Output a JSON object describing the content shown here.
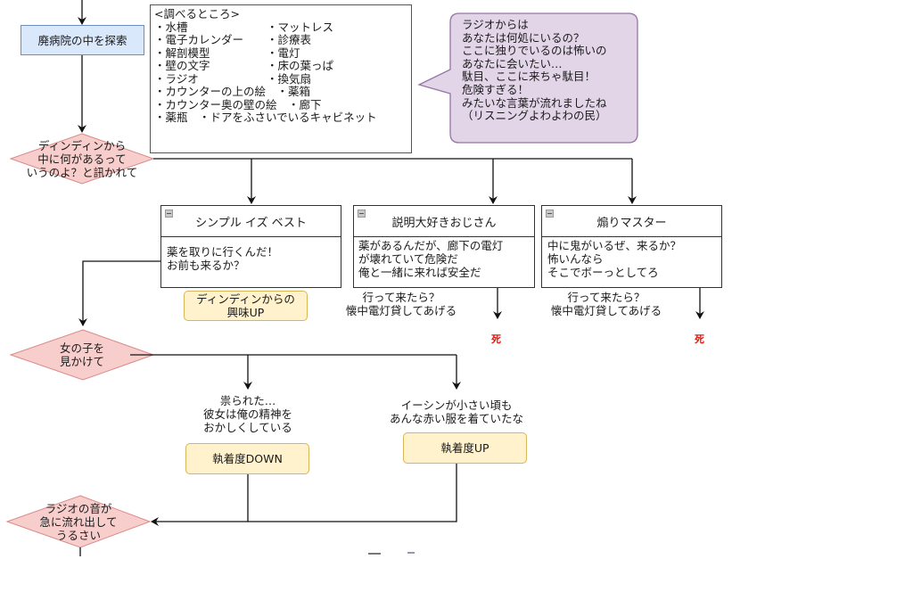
{
  "flowchart": {
    "start_process": {
      "label": "廃病院の中を探索"
    },
    "investigate_notes": {
      "title": "<調べるところ>",
      "rows": [
        [
          "・水槽",
          "・マットレス"
        ],
        [
          "・電子カレンダー",
          "・診療表"
        ],
        [
          "・解剖模型",
          "・電灯"
        ],
        [
          "・壁の文字",
          "・床の葉っぱ"
        ],
        [
          "・ラジオ",
          "・換気扇"
        ],
        [
          "・カウンターの上の絵　・薬箱"
        ],
        [
          "・カウンター奥の壁の絵　・廊下"
        ],
        [
          "・薬瓶　・ドアをふさいでいるキャビネット"
        ]
      ]
    },
    "radio_callout": {
      "lines": [
        "ラジオからは",
        "あなたは何処にいるの？",
        "ここに独りでいるのは怖いの",
        "あなたに会いたい…",
        "駄目、ここに来ちゃ駄目！",
        "危険すぎる！",
        "みたいな言葉が流れましたね",
        "（リスニングよわよわの民）"
      ],
      "fill": "#e1d5e7",
      "stroke": "#9673a6"
    },
    "decision_1": {
      "lines": [
        "ディンディンから",
        "中に何があるって",
        "いうのよ？と訊かれて"
      ]
    },
    "choices": [
      {
        "title": "シンプル イズ ベスト",
        "body": [
          "薬を取りに行くんだ！",
          "お前も来るか？"
        ],
        "result": [
          "ディンディンからの",
          "興味UP"
        ]
      },
      {
        "title": "説明大好きおじさん",
        "body": [
          "薬があるんだが、廊下の電灯",
          "が壊れていて危険だ",
          "俺と一緒に来れば安全だ"
        ],
        "reply": [
          "行って来たら？",
          "懐中電灯貸してあげる"
        ],
        "outcome": "死"
      },
      {
        "title": "煽りマスター",
        "body": [
          "中に鬼がいるぜ、来るか？",
          "怖いんなら",
          "そこでボーっとしてろ"
        ],
        "reply": [
          "行って来たら？",
          "懐中電灯貸してあげる"
        ],
        "outcome": "死"
      }
    ],
    "decision_2": {
      "lines": [
        "女の子を",
        "見かけて"
      ]
    },
    "branch_left": {
      "text": [
        "祟られた…",
        "彼女は俺の精神を",
        "おかしくしている"
      ],
      "result": "執着度DOWN"
    },
    "branch_right": {
      "text": [
        "イーシンが小さい頃も",
        "あんな赤い服を着ていたな"
      ],
      "result": "執着度UP"
    },
    "decision_3": {
      "lines": [
        "ラジオの音が",
        "急に流れ出して",
        "うるさい"
      ]
    },
    "colors": {
      "process_fill": "#dae8fc",
      "process_stroke": "#6c8ebf",
      "decision_fill": "#f8cecc",
      "decision_stroke": "#d98a88",
      "result_fill": "#fff2cc",
      "result_stroke": "#d6b656",
      "death_text": "#e0180c",
      "connector": "#111111"
    }
  }
}
